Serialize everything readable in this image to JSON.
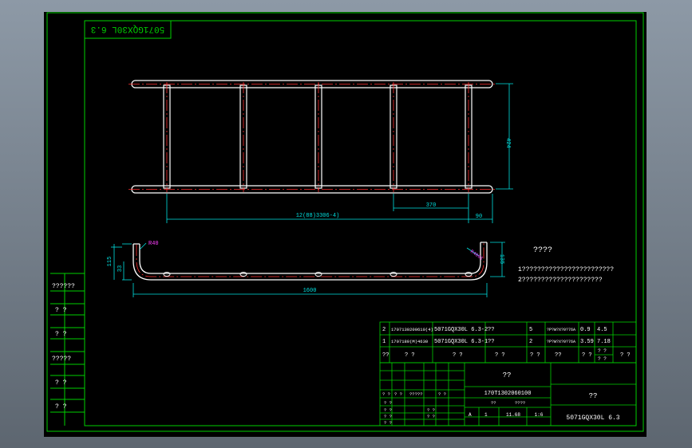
{
  "drawing": {
    "code_label": "5071GQX30L 6.3",
    "view_title": "????",
    "notes": [
      "1????????????????????????",
      "2?????????????????????"
    ],
    "dimensions": {
      "height_right": "424",
      "total_width": "12(88)3306-4)",
      "bay": "370",
      "end_bay": "90",
      "length": "1600",
      "bend_radius": "R40",
      "rise_left": "33",
      "left_height": "115",
      "right_height": "135",
      "right_radius": "R4001"
    }
  },
  "left_strip": [
    "??????",
    "? ?",
    "? ?",
    "?????",
    "? ?",
    "? ?"
  ],
  "parts_list": {
    "rows": [
      [
        "2",
        "1707130200610(4)",
        "5071GQX30L 6.3-2",
        "??",
        "5",
        "?P?W?X?0?76A",
        "0.9",
        "4.5"
      ],
      [
        "1",
        "1707180(M)4630",
        "5071GQX30L 6.3-1",
        "??",
        "2",
        "?P?W?X?0?76A",
        "3.59",
        "7.18"
      ]
    ],
    "header": [
      "??",
      "? ?",
      "? ?",
      "? ?",
      "? ?",
      "??",
      "? ?",
      "? ?",
      "? ?",
      "? ?"
    ]
  },
  "title_block": {
    "drawing_number": "170T1302060100",
    "name": "??",
    "category": "??",
    "product": "5071GQX30L 6.3",
    "scale_row": [
      "A",
      "1",
      "11.68",
      "1:6"
    ],
    "sign_cells": [
      "? ?",
      "? ?",
      "?????",
      "? ?",
      "??",
      "????"
    ],
    "left_cells": [
      "? ?",
      "? ?",
      "? ?",
      "? ?",
      "? ?",
      "? ?"
    ]
  },
  "colors": {
    "line": "#00d000",
    "tube": "#ffffff",
    "center": "#ff3030",
    "dim": "#00e0e0",
    "text": "#ffffff",
    "magenta": "#ff40ff"
  }
}
